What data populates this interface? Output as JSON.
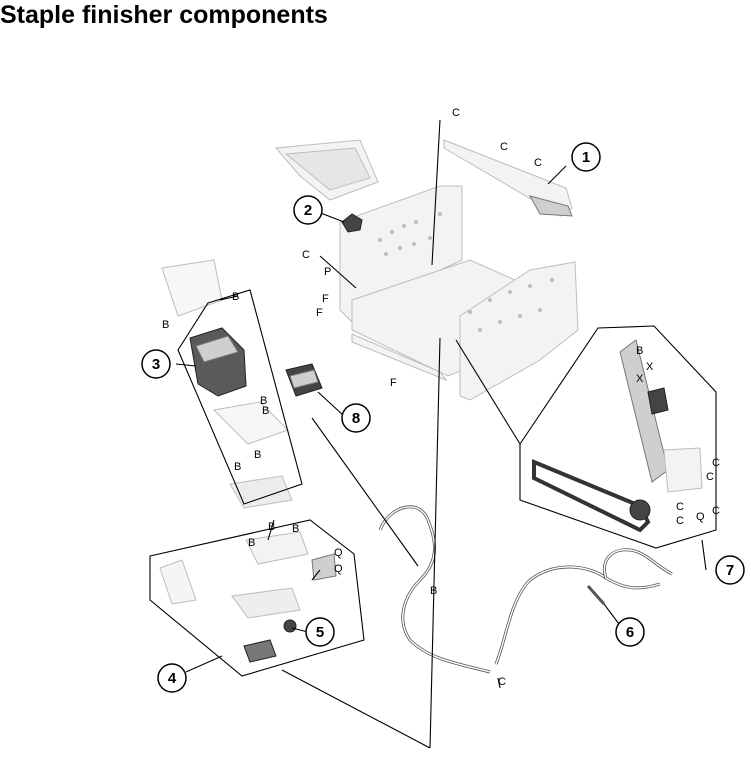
{
  "title": "Staple finisher components",
  "callouts": [
    {
      "id": "c1",
      "number": "1"
    },
    {
      "id": "c2",
      "number": "2"
    },
    {
      "id": "c3",
      "number": "3"
    },
    {
      "id": "c4",
      "number": "4"
    },
    {
      "id": "c5",
      "number": "5"
    },
    {
      "id": "c6",
      "number": "6"
    },
    {
      "id": "c7",
      "number": "7"
    },
    {
      "id": "c8",
      "number": "8"
    }
  ],
  "connector_labels": {
    "b": "B",
    "c": "C",
    "f": "F",
    "p": "P",
    "q": "Q",
    "x": "X"
  }
}
